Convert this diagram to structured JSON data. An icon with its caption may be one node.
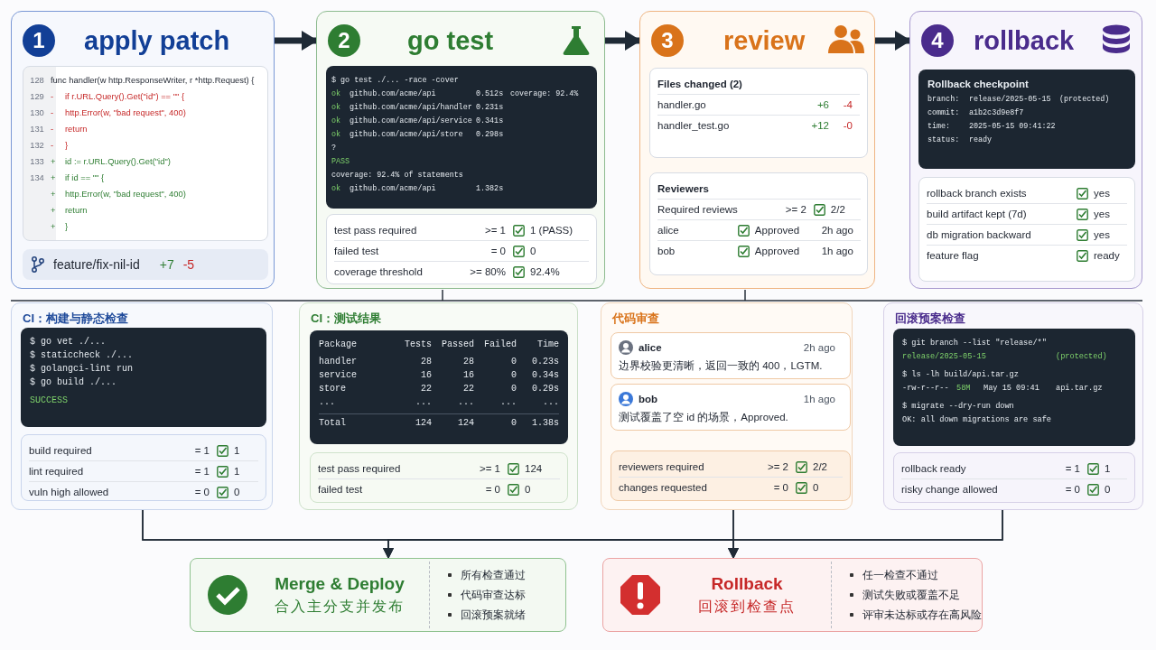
{
  "diagram": {
    "nodes": [
      {
        "text": [
          "1",
          "apply patch"
        ]
      },
      {
        "text": [
          "128",
          "func handler(w http.ResponseWriter, r *http.Request) {",
          "129",
          "-",
          "if r.URL.Query().Get(\"id\") == \"\" {",
          "130",
          "-",
          "http.Error(w, \"bad request\", 400)",
          "131",
          "-",
          "return",
          "132",
          "-",
          "}",
          "133",
          "+",
          "id := r.URL.Query().Get(\"id\")",
          "134",
          "+",
          "if id == \"\" {",
          "+",
          "http.Error(w, \"bad request\", 400)",
          "+",
          "return",
          "+",
          "}"
        ],
        "in": 0
      },
      {
        "text": [
          "feature/fix-nil-id",
          "+7",
          "-5"
        ],
        "in": 0
      },
      {
        "text": [
          "2",
          "go test"
        ]
      },
      {
        "text": [
          "$ go test ./... -race -cover",
          "ok",
          "github.com/acme/api",
          "0.512s",
          "coverage: 92.4%",
          "ok",
          "github.com/acme/api/handler",
          "0.231s",
          "ok",
          "github.com/acme/api/service",
          "0.341s",
          "ok",
          "github.com/acme/api/store",
          "0.298s",
          "?",
          "PASS",
          "coverage: 92.4% of statements",
          "ok",
          "github.com/acme/api",
          "1.382s"
        ],
        "in": 3
      },
      {
        "text": [
          "test pass required",
          ">= 1",
          "1 (PASS)",
          "failed test",
          "= 0",
          "0",
          "coverage threshold",
          ">= 80%",
          "92.4%"
        ],
        "in": 3
      },
      {
        "text": [
          "3",
          "review"
        ]
      },
      {
        "text": [
          "Files changed (2)",
          "handler.go",
          "+6",
          "-4",
          "handler_test.go",
          "+12",
          "-0"
        ],
        "in": 6
      },
      {
        "text": [
          "Reviewers",
          "Required reviews",
          ">= 2",
          "2/2",
          "alice",
          "Approved",
          "2h ago",
          "bob",
          "Approved",
          "1h ago"
        ],
        "in": 6
      },
      {
        "text": [
          "4",
          "rollback"
        ]
      },
      {
        "text": [
          "Rollback checkpoint",
          "branch:",
          "release/2025-05-15",
          "(protected)",
          "commit:",
          "a1b2c3d9e8f7",
          "time:",
          "2025-05-15 09:41:22",
          "status:",
          "ready"
        ],
        "in": 9
      },
      {
        "text": [
          "rollback branch exists",
          "yes",
          "build artifact kept (7d)",
          "yes",
          "db migration backward",
          "yes",
          "feature flag",
          "ready"
        ],
        "in": 9
      },
      {
        "text": [
          "CI：构建与静态检查"
        ]
      },
      {
        "text": [
          "$ go vet ./...",
          "$ staticcheck ./...",
          "$ golangci-lint run",
          "$ go build ./...",
          "SUCCESS"
        ],
        "in": 12
      },
      {
        "text": [
          "build required",
          "= 1",
          "1",
          "lint required",
          "= 1",
          "1",
          "vuln high allowed",
          "= 0",
          "0"
        ],
        "in": 12
      },
      {
        "text": [
          "CI：测试结果"
        ]
      },
      {
        "text": [
          "Package",
          "Tests",
          "Passed",
          "Failed",
          "Time",
          "handler",
          "28",
          "28",
          "0",
          "0.23s",
          "service",
          "16",
          "16",
          "0",
          "0.34s",
          "store",
          "22",
          "22",
          "0",
          "0.29s",
          "...",
          "...",
          "...",
          "...",
          "...",
          "Total",
          "124",
          "124",
          "0",
          "1.38s"
        ],
        "in": 15
      },
      {
        "text": [
          "test pass required",
          ">= 1",
          "124",
          "failed test",
          "= 0",
          "0"
        ],
        "in": 15
      },
      {
        "text": [
          "代码审查"
        ]
      },
      {
        "text": [
          "alice",
          "2h ago",
          "边界校验更清晰，返回一致的 400，LGTM."
        ],
        "in": 18
      },
      {
        "text": [
          "bob",
          "1h ago",
          "测试覆盖了空 id 的场景，Approved."
        ],
        "in": 18
      },
      {
        "text": [
          "reviewers required",
          ">= 2",
          "2/2",
          "changes requested",
          "= 0",
          "0"
        ],
        "in": 18
      },
      {
        "text": [
          "回滚预案检查"
        ]
      },
      {
        "text": [
          "$ git branch --list \"release/*\"",
          "release/2025-05-15",
          "(protected)",
          "$ ls -lh build/api.tar.gz",
          "-rw-r--r--",
          "58M",
          "May 15 09:41",
          "api.tar.gz",
          "$ migrate --dry-run down",
          "OK: all down migrations are safe"
        ],
        "in": 22
      },
      {
        "text": [
          "rollback ready",
          "= 1",
          "1",
          "risky change allowed",
          "= 0",
          "0"
        ],
        "in": 22
      },
      {
        "text": [
          "Merge & Deploy",
          "合入主分支并发布",
          "所有检查通过",
          "代码审查达标",
          "回滚预案就绪"
        ]
      },
      {
        "text": [
          "Rollback",
          "回滚到检查点",
          "任一检查不通过",
          "测试失败或覆盖不足",
          "评审未达标或存在高风险"
        ]
      }
    ],
    "edges": [
      {
        "from": 0,
        "to": 3,
        "arrow": "to",
        "style": "thick"
      },
      {
        "from": 3,
        "to": 6,
        "arrow": "to",
        "style": "thick"
      },
      {
        "from": 6,
        "to": 9,
        "arrow": "to",
        "style": "thick"
      },
      {
        "from": 12,
        "to": 25,
        "arrow": "to"
      },
      {
        "from": 12,
        "to": 26,
        "arrow": "to"
      },
      {
        "from": 18,
        "to": 25,
        "arrow": "to"
      },
      {
        "from": 18,
        "to": 26,
        "arrow": "to"
      },
      {
        "from": 22,
        "to": 25,
        "arrow": "to"
      },
      {
        "from": 22,
        "to": 26,
        "arrow": "to"
      }
    ]
  }
}
